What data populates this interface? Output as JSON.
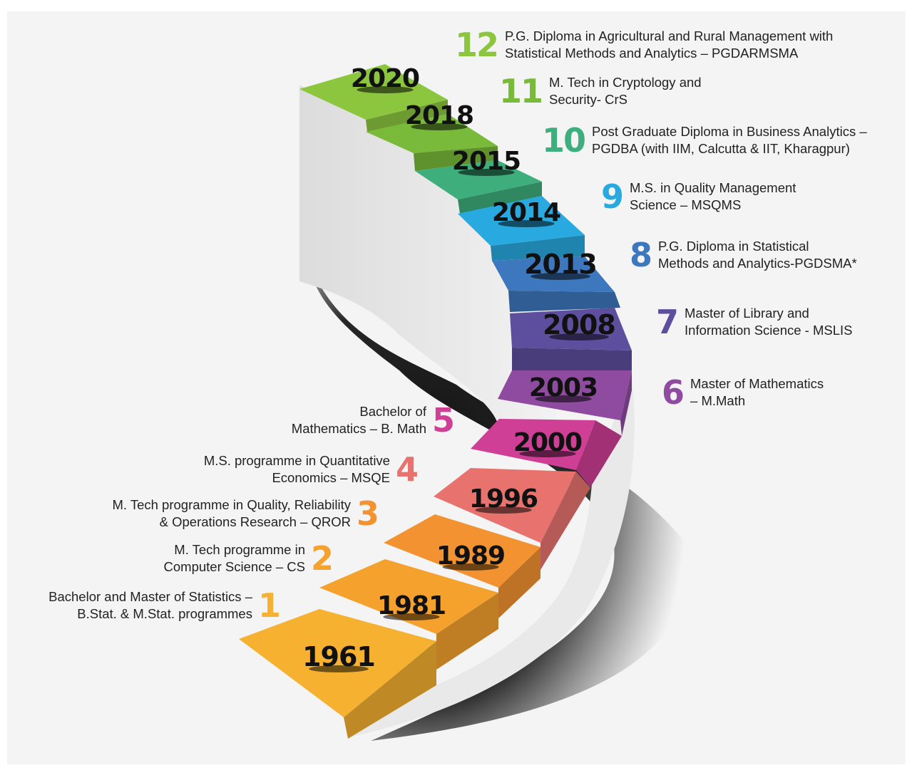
{
  "milestones": [
    {
      "n": "1",
      "year": "1961",
      "color": "#f5b12f",
      "lines": [
        "Bachelor and Master of Statistics –",
        "B.Stat. & M.Stat. programmes"
      ]
    },
    {
      "n": "2",
      "year": "1981",
      "color": "#f5a12d",
      "lines": [
        "M. Tech programme in",
        "Computer Science – CS"
      ]
    },
    {
      "n": "3",
      "year": "1989",
      "color": "#f29230",
      "lines": [
        "M. Tech programme in Quality, Reliability",
        "& Operations Research – QROR"
      ]
    },
    {
      "n": "4",
      "year": "1996",
      "color": "#e8736e",
      "lines": [
        "M.S. programme in Quantitative",
        "Economics – MSQE"
      ]
    },
    {
      "n": "5",
      "year": "2000",
      "color": "#cf3f95",
      "lines": [
        "Bachelor of",
        "Mathematics – B. Math"
      ]
    },
    {
      "n": "6",
      "year": "2003",
      "color": "#8e4b9f",
      "lines": [
        "Master of Mathematics",
        "– M.Math"
      ]
    },
    {
      "n": "7",
      "year": "2008",
      "color": "#5e4f9e",
      "lines": [
        "Master of Library and",
        "Information Science - MSLIS"
      ]
    },
    {
      "n": "8",
      "year": "2013",
      "color": "#3d77bd",
      "lines": [
        "P.G. Diploma in Statistical",
        "Methods and Analytics-PGDSMA*"
      ]
    },
    {
      "n": "9",
      "year": "2014",
      "color": "#28a9df",
      "lines": [
        "M.S. in Quality Management",
        "Science – MSQMS"
      ]
    },
    {
      "n": "10",
      "year": "2015",
      "color": "#3dae7c",
      "lines": [
        "Post Graduate Diploma in Business Analytics –",
        "PGDBA (with IIM, Calcutta & IIT, Kharagpur)"
      ]
    },
    {
      "n": "11",
      "year": "2018",
      "color": "#7aba3a",
      "lines": [
        "M. Tech in Cryptology and",
        "Security- CrS"
      ]
    },
    {
      "n": "12",
      "year": "2020",
      "color": "#8cc63f",
      "lines": [
        "P.G. Diploma in Agricultural and Rural Management with",
        "Statistical Methods and Analytics – PGDARMSMA"
      ]
    }
  ]
}
